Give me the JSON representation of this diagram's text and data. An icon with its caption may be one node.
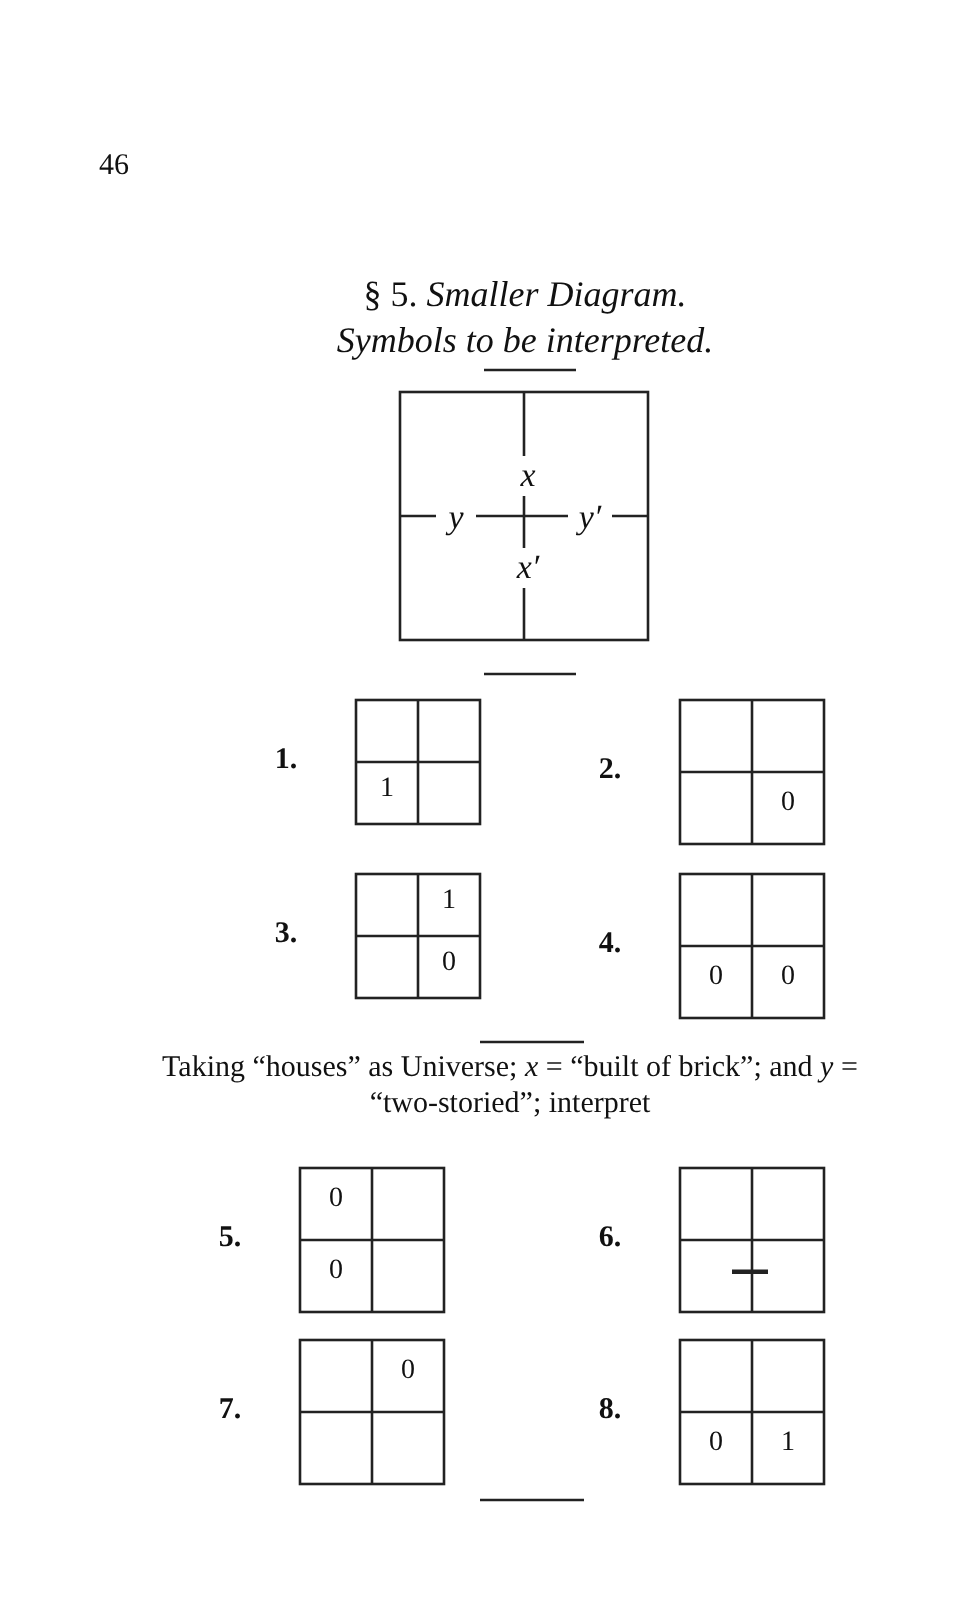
{
  "diagram": {
    "title": "§ 5. *Smaller Diagram.* *Symbols to be interpreted.*",
    "labels": [
      "46",
      "x",
      "y",
      "y′",
      "x′",
      "1.",
      "1",
      "2.",
      "0",
      "3.",
      "1",
      "0",
      "4.",
      "0",
      "0",
      "Taking “houses” as Universe; *x* = “built of brick”; and *y* = “two-storied”; interpret",
      "5.",
      "0",
      "0",
      "6.",
      "7.",
      "0",
      "8.",
      "0",
      "1"
    ]
  }
}
